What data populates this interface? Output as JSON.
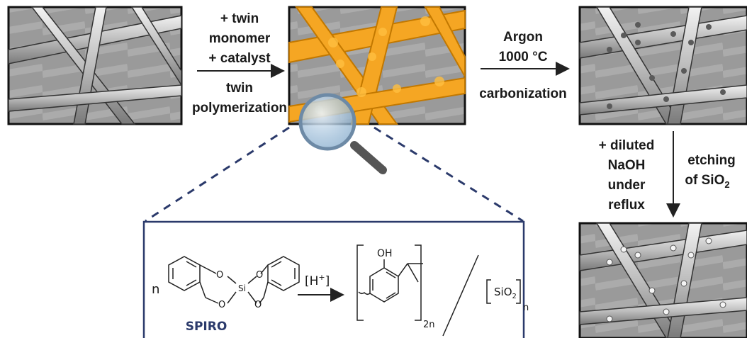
{
  "steps": {
    "step1": {
      "line1": "+ twin",
      "line2": "monomer",
      "line3": "+ catalyst",
      "line4": "twin",
      "line5": "polymerization"
    },
    "step2": {
      "line1": "Argon",
      "line2": "1000 °C",
      "line3": "carbonization"
    },
    "step3": {
      "line1": "+ diluted",
      "line2": "NaOH",
      "line3": "under",
      "line4": "reflux"
    },
    "step4": {
      "line1": "etching",
      "line2": "of SiO",
      "sub": "2"
    }
  },
  "reaction": {
    "coefficient": "n",
    "monomer_name": "SPIRO",
    "catalyst": "[H",
    "catalyst_sup": "+",
    "catalyst_close": "]",
    "si_label": "Si",
    "o_label": "O",
    "oh_label": "OH",
    "polymer_sub": "2n",
    "silica": "SiO",
    "silica_sub": "2",
    "silica_n": "n"
  },
  "colors": {
    "polymer_orange": "#f5a623",
    "frame_navy": "#2b3a6b",
    "spiro_label": "#2b3a6b",
    "fiber_gray": "#8a8a8a"
  }
}
